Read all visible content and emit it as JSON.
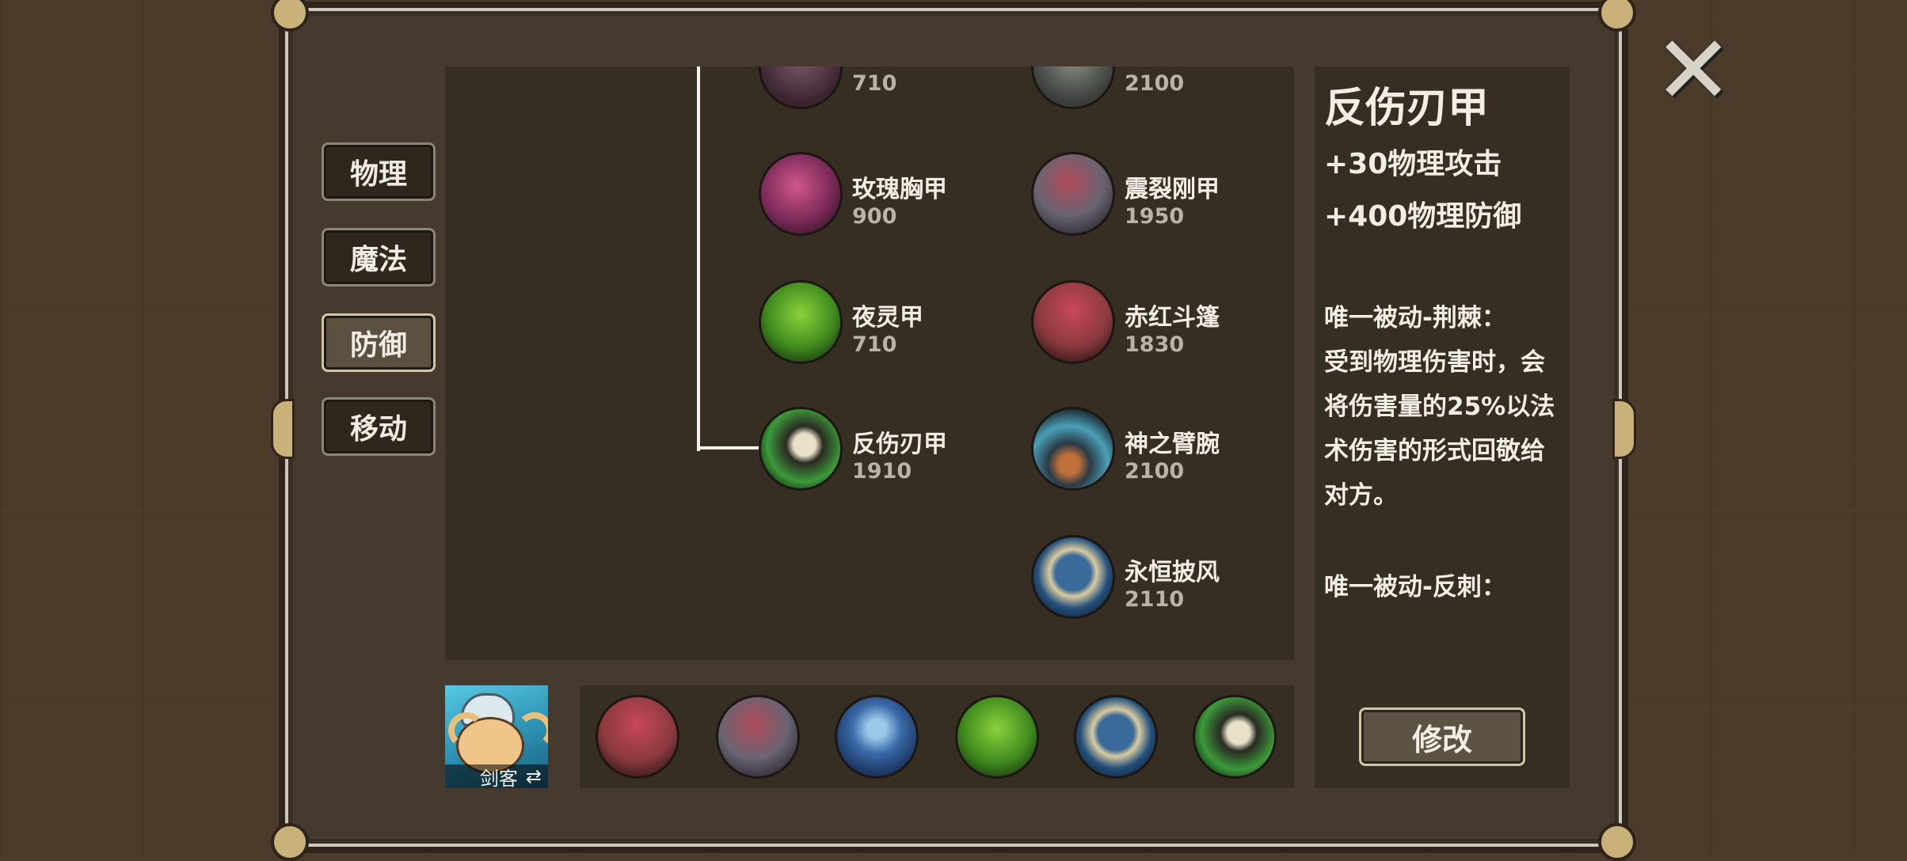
{
  "categories": [
    {
      "label": "物理",
      "active": false
    },
    {
      "label": "魔法",
      "active": false
    },
    {
      "label": "防御",
      "active": true
    },
    {
      "label": "移动",
      "active": false
    }
  ],
  "items": [
    {
      "name": "",
      "price": "710",
      "icon": "spiked-armor-icon"
    },
    {
      "name": "",
      "price": "2100",
      "icon": "steel-armor-icon"
    },
    {
      "name": "玫瑰胸甲",
      "price": "900",
      "icon": "rose-breastplate-icon"
    },
    {
      "name": "震裂刚甲",
      "price": "1950",
      "icon": "shatter-armor-icon"
    },
    {
      "name": "夜灵甲",
      "price": "710",
      "icon": "night-spirit-armor-icon"
    },
    {
      "name": "赤红斗篷",
      "price": "1830",
      "icon": "crimson-cloak-icon"
    },
    {
      "name": "反伤刃甲",
      "price": "1910",
      "icon": "thorn-armor-icon"
    },
    {
      "name": "神之臂腕",
      "price": "2100",
      "icon": "divine-bracer-icon"
    },
    {
      "name": "永恒披风",
      "price": "2110",
      "icon": "eternal-cape-icon"
    }
  ],
  "detail": {
    "title": "反伤刃甲",
    "stats": [
      "+30物理攻击",
      "+400物理防御"
    ],
    "passive1_title": "唯一被动-荆棘：",
    "passive1_desc": "受到物理伤害时，会将伤害量的25%以法术伤害的形式回敬给对方。",
    "passive2_title": "唯一被动-反刺："
  },
  "modify_label": "修改",
  "hero": {
    "name": "剑客",
    "swap_icon": "⇄"
  },
  "equipped": [
    "crimson-cloak-icon",
    "shatter-armor-icon",
    "blue-scepter-icon",
    "night-spirit-armor-icon",
    "eternal-cape-icon",
    "thorn-armor-icon"
  ],
  "close_icon": "✕"
}
